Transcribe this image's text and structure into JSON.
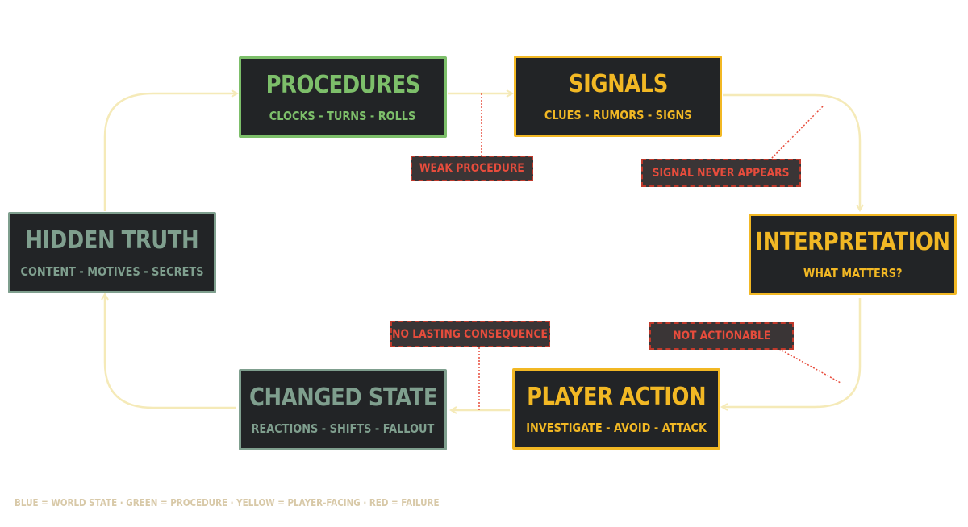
{
  "nodes": {
    "procedures": {
      "title": "PROCEDURES",
      "subtitle": "CLOCKS - TURNS - ROLLS"
    },
    "signals": {
      "title": "SIGNALS",
      "subtitle": "CLUES - RUMORS - SIGNS"
    },
    "interpretation": {
      "title": "INTERPRETATION",
      "subtitle": "WHAT MATTERS?"
    },
    "player_action": {
      "title": "PLAYER ACTION",
      "subtitle": "INVESTIGATE - AVOID - ATTACK"
    },
    "changed_state": {
      "title": "CHANGED STATE",
      "subtitle": "REACTIONS - SHIFTS - FALLOUT"
    },
    "hidden_truth": {
      "title": "HIDDEN TRUTH",
      "subtitle": "CONTENT - MOTIVES - SECRETS"
    }
  },
  "failures": {
    "weak_procedure": "WEAK PROCEDURE",
    "signal_never_appears": "SIGNAL NEVER APPEARS",
    "not_actionable": "NOT ACTIONABLE",
    "no_lasting_consequence": "NO LASTING CONSEQUENCE"
  },
  "legend": "BLUE = WORLD STATE · GREEN = PROCEDURE · YELLOW = PLAYER-FACING · RED = FAILURE",
  "colors": {
    "world_state": "#7f9f8e",
    "procedure": "#7dbf6a",
    "player_facing": "#f2b824",
    "failure": "#e74c3c",
    "connector": "#f5eab8",
    "legend_text": "#d8c9a8"
  }
}
